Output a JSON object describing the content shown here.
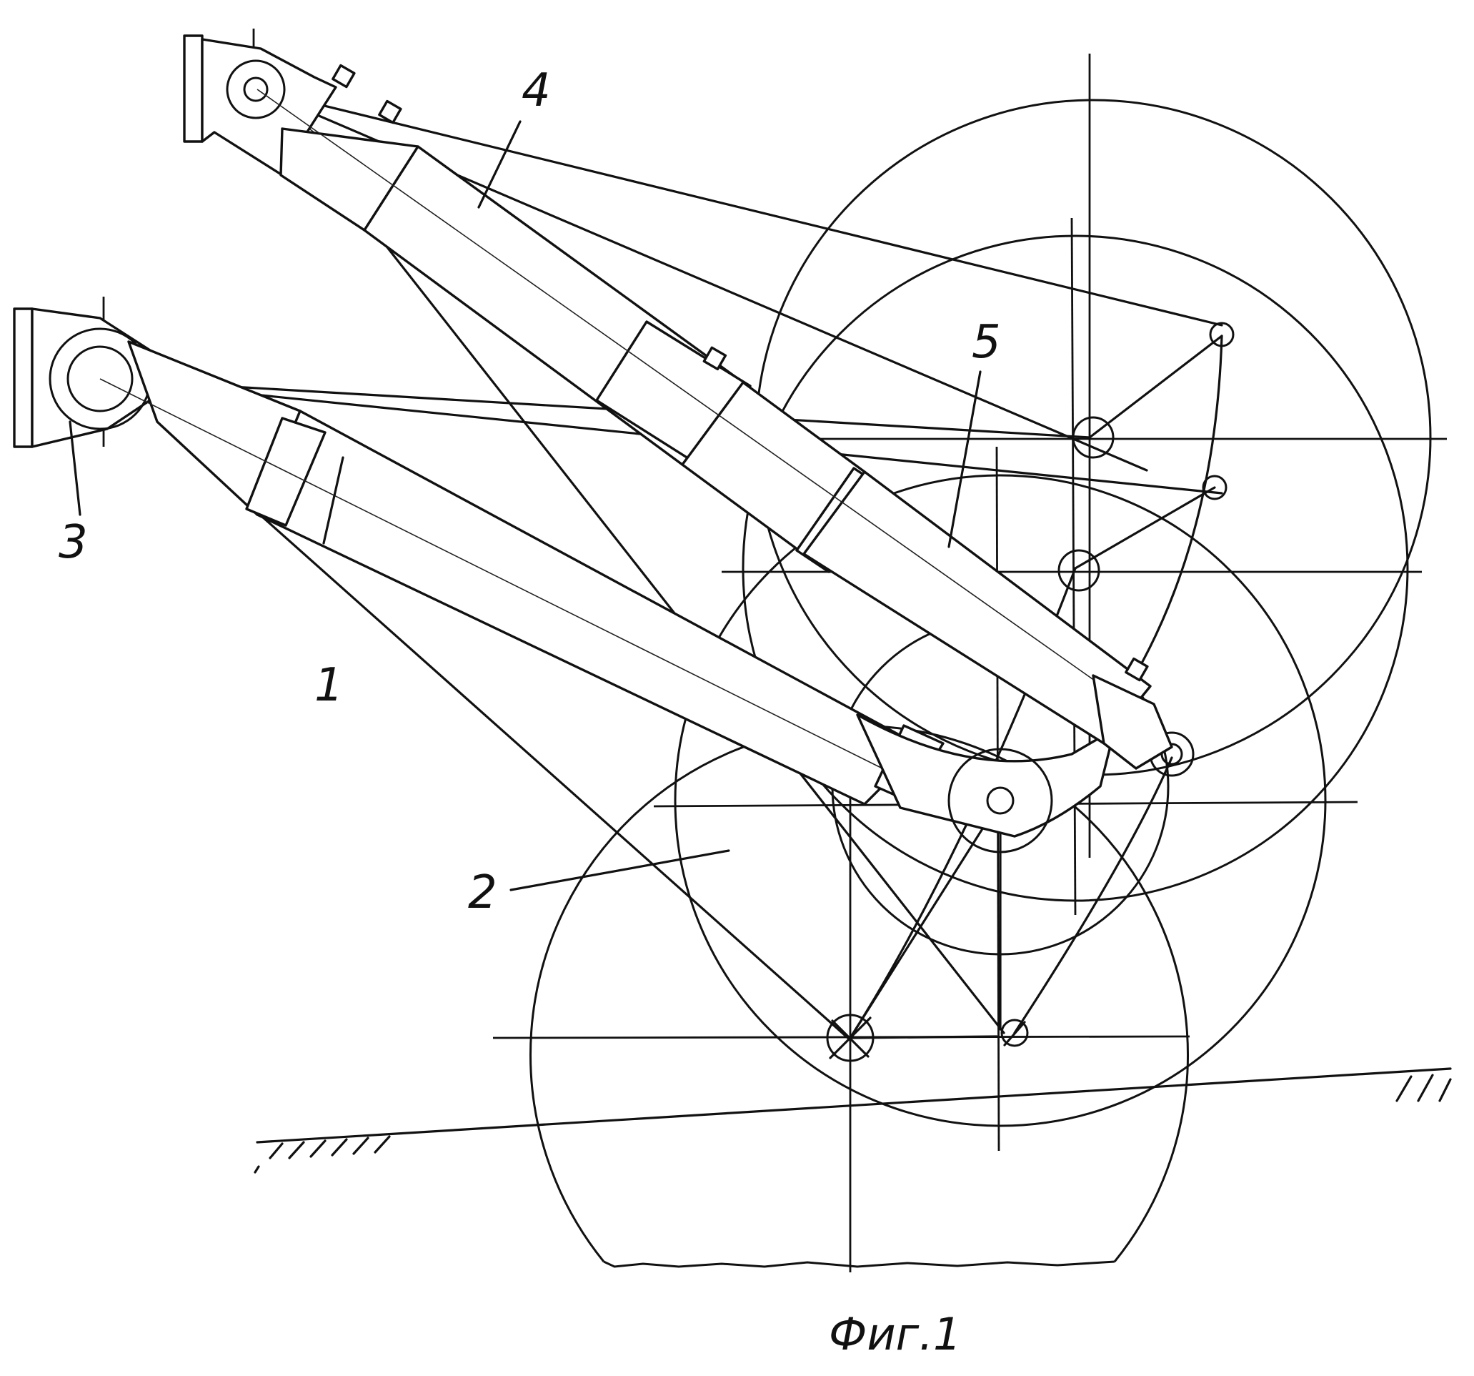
{
  "figure": {
    "caption": "Фиг.1",
    "labels": [
      "1",
      "2",
      "3",
      "4",
      "5"
    ],
    "line_color": "#111111",
    "background_color": "#ffffff"
  }
}
